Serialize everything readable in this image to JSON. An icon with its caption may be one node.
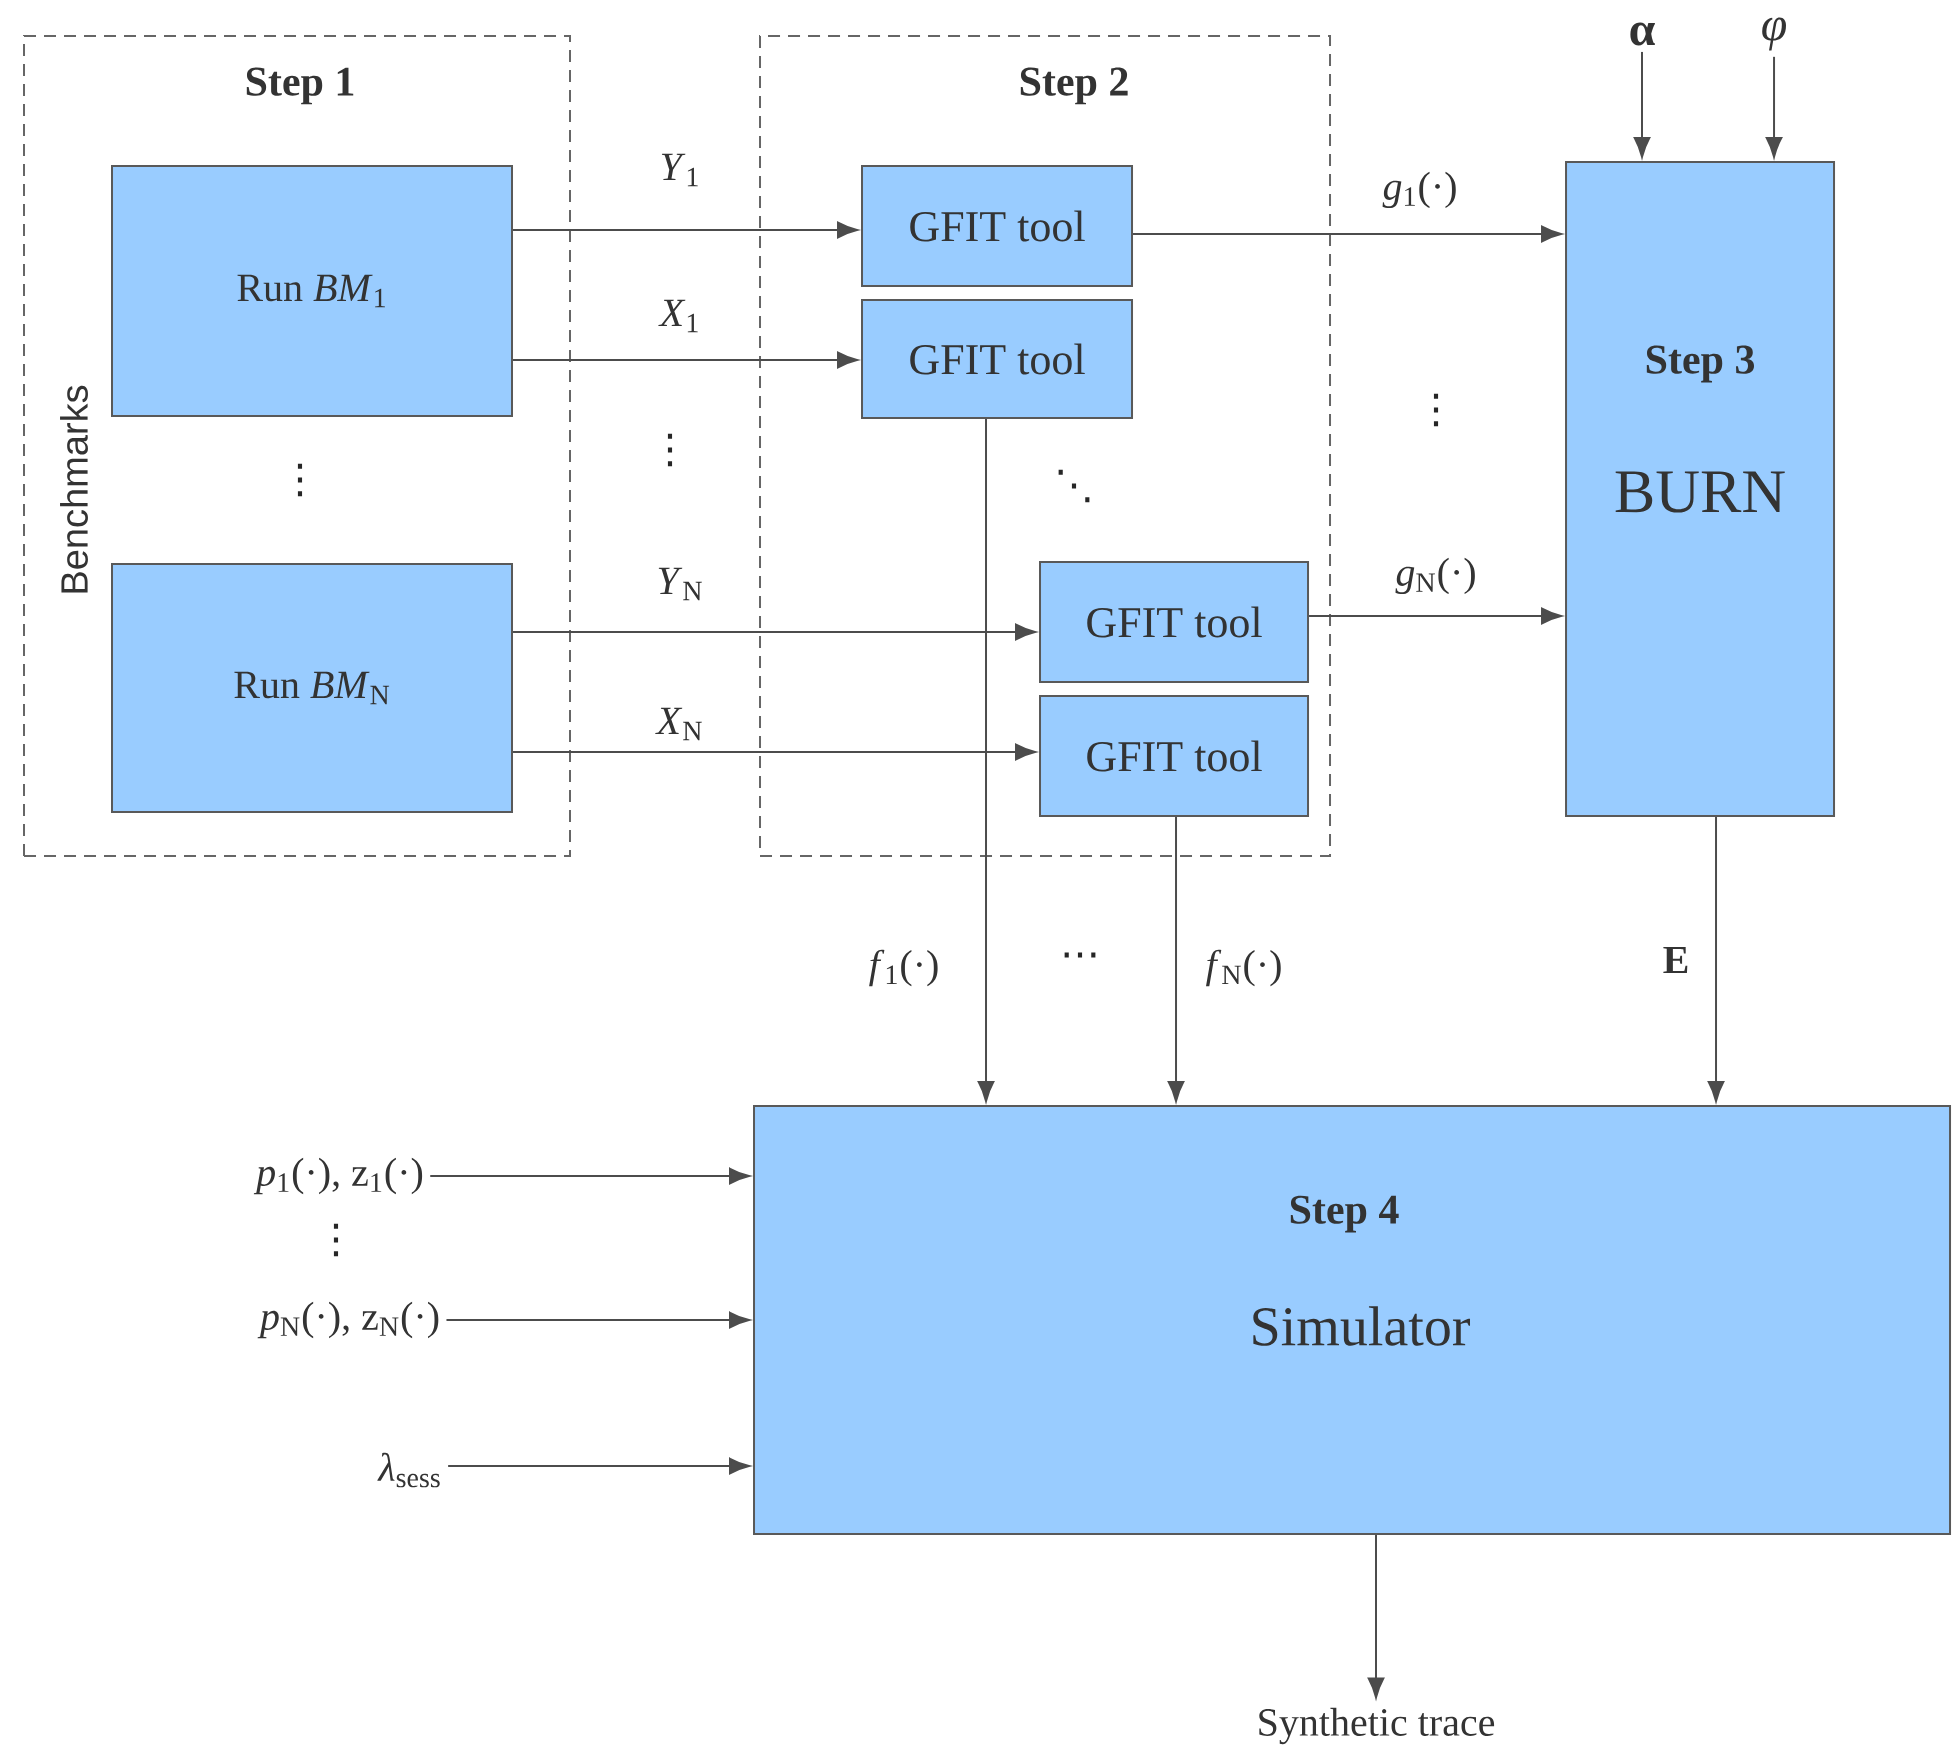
{
  "diagram": {
    "nodes": [
      {
        "text": [
          "Step 1",
          "Benchmarks"
        ]
      },
      {
        "text": [
          "Run *BM*$_{1}$"
        ],
        "in": 0
      },
      {
        "text": [
          "Run *BM*$_{N}$"
        ],
        "in": 0
      },
      {
        "text": [
          "Step 2"
        ]
      },
      {
        "text": [
          "GFIT tool"
        ],
        "in": 3
      },
      {
        "text": [
          "GFIT tool"
        ],
        "in": 3
      },
      {
        "text": [
          "GFIT tool"
        ],
        "in": 3
      },
      {
        "text": [
          "GFIT tool"
        ],
        "in": 3
      },
      {
        "text": [
          "Step 3",
          "BURN"
        ]
      },
      {
        "text": [
          "Step 4",
          "Simulator"
        ]
      },
      {
        "text": [
          "α"
        ]
      },
      {
        "text": [
          "φ"
        ]
      },
      {
        "text": [
          "*p*$_{1}$(·), z$_{1}$(·)"
        ]
      },
      {
        "text": [
          "*p*$_{N}$(·), z$_{N}$(·)"
        ]
      },
      {
        "text": [
          "*λ*$_{sess}$"
        ]
      },
      {
        "text": [
          "Synthetic trace"
        ]
      }
    ],
    "edges": [
      {
        "from": 1,
        "to": 4,
        "arrow": "to",
        "label": "*Y*$_{1}$"
      },
      {
        "from": 1,
        "to": 5,
        "arrow": "to",
        "label": "*X*$_{1}$"
      },
      {
        "from": 2,
        "to": 6,
        "arrow": "to",
        "label": "*Y*$_{N}$"
      },
      {
        "from": 2,
        "to": 7,
        "arrow": "to",
        "label": "*X*$_{N}$"
      },
      {
        "from": 4,
        "to": 8,
        "arrow": "to",
        "label": "*g*$_{1}$(·)"
      },
      {
        "from": 6,
        "to": 8,
        "arrow": "to",
        "label": "*g*$_{N}$(·)"
      },
      {
        "from": 5,
        "to": 9,
        "arrow": "to",
        "label": "*f*$_{1}$(·)"
      },
      {
        "from": 7,
        "to": 9,
        "arrow": "to",
        "label": "*f*$_{N}$(·)"
      },
      {
        "from": 8,
        "to": 9,
        "arrow": "to",
        "label": "**E**"
      },
      {
        "from": 10,
        "to": 8,
        "arrow": "to"
      },
      {
        "from": 11,
        "to": 8,
        "arrow": "to"
      },
      {
        "from": 12,
        "to": 9,
        "arrow": "to"
      },
      {
        "from": 13,
        "to": 9,
        "arrow": "to"
      },
      {
        "from": 14,
        "to": 9,
        "arrow": "to"
      },
      {
        "from": 9,
        "to": 15,
        "arrow": "to"
      }
    ],
    "labels": [
      "⋮",
      "⋮",
      "⋱",
      "⋮",
      "⋯",
      "⋮"
    ]
  }
}
